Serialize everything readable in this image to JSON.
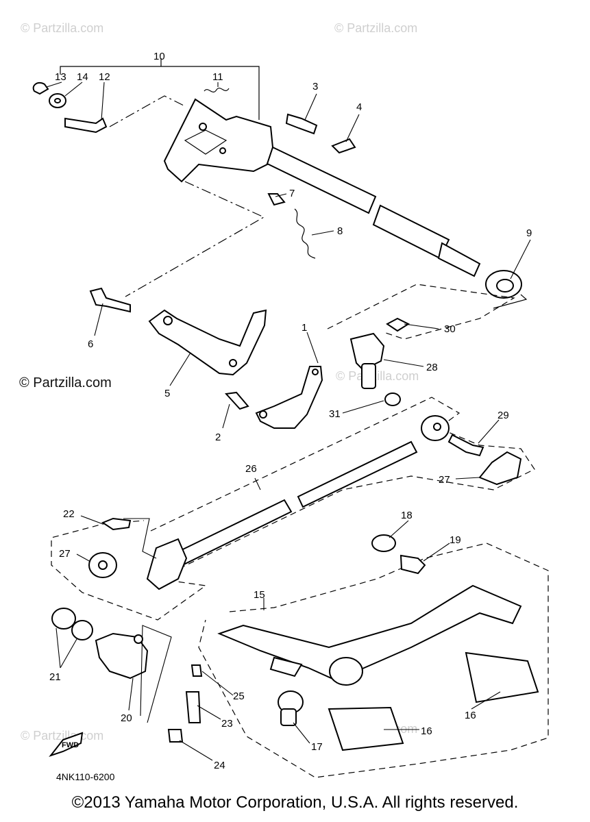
{
  "watermarks": {
    "top_left": "© Partzilla.com",
    "top_right": "© Partzilla.com",
    "left_middle": "© Partzilla.com",
    "center": "© Partzilla.com",
    "bottom_left": "© Partzilla.com",
    "bottom_center": "© Partzilla.com"
  },
  "callouts": {
    "c1": "1",
    "c2": "2",
    "c3": "3",
    "c4": "4",
    "c5": "5",
    "c6": "6",
    "c7": "7",
    "c8": "8",
    "c9": "9",
    "c10": "10",
    "c11": "11",
    "c12": "12",
    "c13": "13",
    "c14": "14",
    "c15": "15",
    "c16a": "16",
    "c16b": "16",
    "c17": "17",
    "c18": "18",
    "c19": "19",
    "c20": "20",
    "c21": "21",
    "c22": "22",
    "c23": "23",
    "c24": "24",
    "c25": "25",
    "c26": "26",
    "c27a": "27",
    "c27b": "27",
    "c28": "28",
    "c29": "29",
    "c30": "30",
    "c31": "31"
  },
  "fwd_label": "FWD",
  "diagram_code": "4NK110-6200",
  "copyright": "©2013 Yamaha Motor Corporation, U.S.A. All rights reserved."
}
